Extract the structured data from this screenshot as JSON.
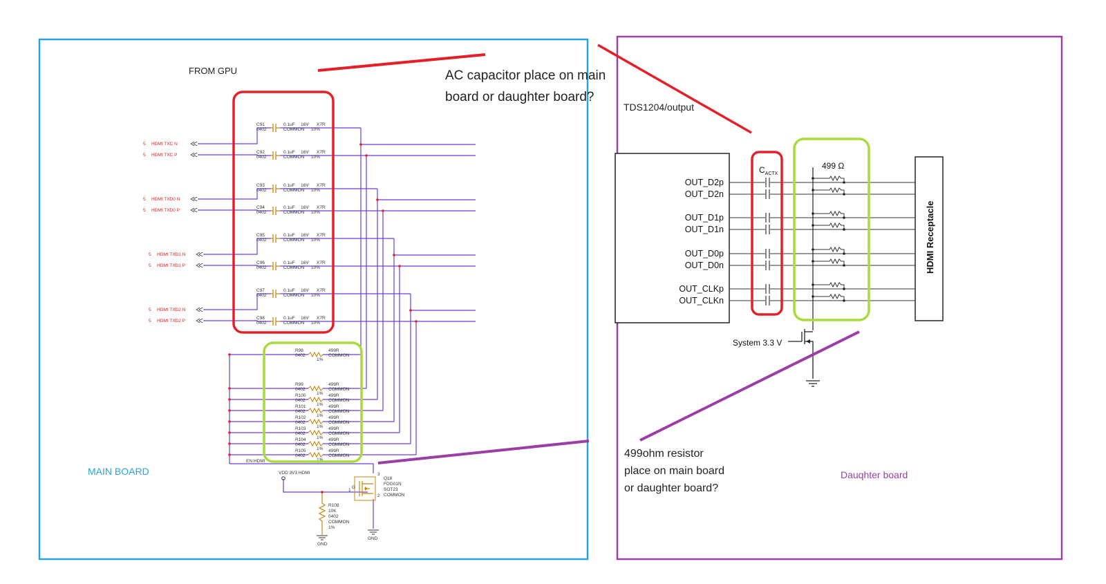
{
  "main_board": {
    "from_label": "FROM GPU",
    "board_label": "MAIN BOARD",
    "net_prefix": "5",
    "nets": [
      {
        "name": "HDMI  TXC  N"
      },
      {
        "name": "HDMI  TXC  P"
      },
      {
        "name": "HDMI  TXD0  N"
      },
      {
        "name": "HDMI  TXD0  P"
      },
      {
        "name": "HDMI  TXD1  N"
      },
      {
        "name": "HDMI  TXD1  P"
      },
      {
        "name": "HDMI  TXD2  N"
      },
      {
        "name": "HDMI  TXD2  P"
      }
    ],
    "capacitors": [
      {
        "ref": "C91",
        "pkg": "0402",
        "value": "0.1uF",
        "voltage": "16V",
        "dielectric": "X7R",
        "group": "COMMON",
        "tol": "10%"
      },
      {
        "ref": "C92",
        "pkg": "0402",
        "value": "0.1uF",
        "voltage": "16V",
        "dielectric": "X7R",
        "group": "COMMON",
        "tol": "10%"
      },
      {
        "ref": "C93",
        "pkg": "0402",
        "value": "0.1uF",
        "voltage": "16V",
        "dielectric": "X7R",
        "group": "COMMON",
        "tol": "10%"
      },
      {
        "ref": "C94",
        "pkg": "0402",
        "value": "0.1uF",
        "voltage": "16V",
        "dielectric": "X7R",
        "group": "COMMON",
        "tol": "10%"
      },
      {
        "ref": "C95",
        "pkg": "0402",
        "value": "0.1uF",
        "voltage": "16V",
        "dielectric": "X7R",
        "group": "COMMON",
        "tol": "10%"
      },
      {
        "ref": "C96",
        "pkg": "0402",
        "value": "0.1uF",
        "voltage": "16V",
        "dielectric": "X7R",
        "group": "COMMON",
        "tol": "10%"
      },
      {
        "ref": "C97",
        "pkg": "0402",
        "value": "0.1uF",
        "voltage": "16V",
        "dielectric": "X7R",
        "group": "COMMON",
        "tol": "10%"
      },
      {
        "ref": "C98",
        "pkg": "0402",
        "value": "0.1uF",
        "voltage": "16V",
        "dielectric": "X7R",
        "group": "COMMON",
        "tol": "10%"
      }
    ],
    "resistors": [
      {
        "ref": "R98",
        "pkg": "0402",
        "value": "499R",
        "group": "COMMON",
        "tol": "1%"
      },
      {
        "ref": "R99",
        "pkg": "0402",
        "value": "499R",
        "group": "COMMON",
        "tol": "1%"
      },
      {
        "ref": "R100",
        "pkg": "0402",
        "value": "499R",
        "group": "COMMON",
        "tol": "1%"
      },
      {
        "ref": "R101",
        "pkg": "0402",
        "value": "499R",
        "group": "COMMON",
        "tol": "1%"
      },
      {
        "ref": "R102",
        "pkg": "0402",
        "value": "499R",
        "group": "COMMON",
        "tol": "1%"
      },
      {
        "ref": "R103",
        "pkg": "0402",
        "value": "499R",
        "group": "COMMON",
        "tol": "1%"
      },
      {
        "ref": "R104",
        "pkg": "0402",
        "value": "499R",
        "group": "COMMON",
        "tol": "1%"
      },
      {
        "ref": "R105",
        "pkg": "0402",
        "value": "499R",
        "group": "COMMON",
        "tol": "1%"
      }
    ],
    "en_label": "EN  HDMI",
    "vdd_label": "VDD  3V3  HDMI",
    "fet": {
      "ref": "Q18",
      "part": "FDG01N",
      "pkg": "SOT23",
      "group": "COMMON",
      "pin_d": "3",
      "pin_g": "1",
      "pin_s": "2",
      "pin_g_letter": "G"
    },
    "pulldown": {
      "ref": "R108",
      "value": "10K",
      "pkg": "0402",
      "group": "COMMON",
      "tol": "1%"
    },
    "gnd_label": "GND"
  },
  "daughter_board": {
    "board_label": "Dauqhter board",
    "chip_label": "TDS1204/output",
    "cap_label_main": "C",
    "cap_label_sub": "ACTX",
    "resistor_label": "499 Ω",
    "receptacle_label": "HDMI Receptacle",
    "supply_label": "System 3.3 V",
    "signals": [
      "OUT_D2p",
      "OUT_D2n",
      "OUT_D1p",
      "OUT_D1n",
      "OUT_D0p",
      "OUT_D0n",
      "OUT_CLKp",
      "OUT_CLKn"
    ]
  },
  "annotations": {
    "cap_question_line1": "AC capacitor place on main",
    "cap_question_line2": "board or daughter board?",
    "res_question_line1": "499ohm resistor",
    "res_question_line2": "place on main board",
    "res_question_line3": "or daughter board?"
  },
  "colors": {
    "main_frame": "#29a3dc",
    "daughter_frame": "#9b3fa6",
    "cap_highlight": "#e61e28",
    "res_highlight": "#a8dc3c",
    "wire": "#6a3de0",
    "net_label": "#e02020",
    "component": "#c8860a"
  }
}
